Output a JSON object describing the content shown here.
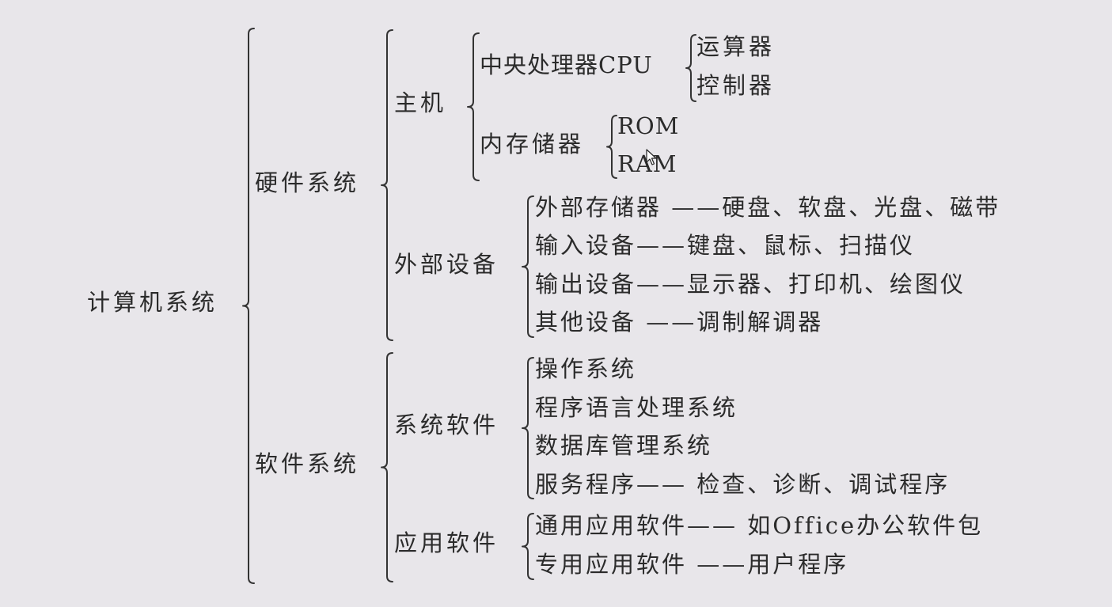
{
  "diagram": {
    "root": "计算机系统",
    "hardware": {
      "label": "硬件系统",
      "host": {
        "label": "主机",
        "cpu": {
          "label": "中央处理器CPU",
          "parts": [
            "运算器",
            "控制器"
          ]
        },
        "memory": {
          "label": "内存储器",
          "parts": [
            "ROM",
            "RAM"
          ]
        }
      },
      "peripherals": {
        "label": "外部设备",
        "items": [
          "外部存储器 ——硬盘、软盘、光盘、磁带",
          "输入设备——键盘、鼠标、扫描仪",
          "输出设备——显示器、打印机、绘图仪",
          "其他设备 ——调制解调器"
        ]
      }
    },
    "software": {
      "label": "软件系统",
      "system_software": {
        "label": "系统软件",
        "items": [
          "操作系统",
          "程序语言处理系统",
          "数据库管理系统",
          "服务程序—— 检查、诊断、调试程序"
        ]
      },
      "application_software": {
        "label": "应用软件",
        "items": [
          "通用应用软件—— 如Office办公软件包",
          "专用应用软件 ——用户程序"
        ]
      }
    }
  },
  "colors": {
    "background": "#e8e6ea",
    "text": "#2b2b2b",
    "stroke": "#333333"
  },
  "icons": {
    "cursor": "mouse-pointer-icon"
  }
}
